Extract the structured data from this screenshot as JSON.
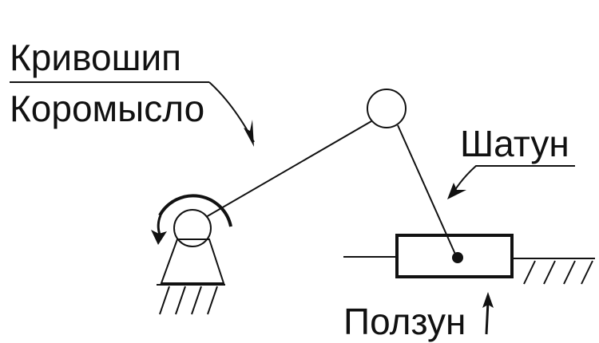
{
  "labels": {
    "crank": "Кривошип",
    "rocker": "Коромысло",
    "connecting_rod": "Шатун",
    "slider": "Ползун"
  },
  "colors": {
    "ink": "#111111",
    "background": "#ffffff"
  },
  "icons": {
    "rotation_arrow": "circular-arrow-icon",
    "pointer_arrows": "arrow-icon",
    "slider_pivot": "dot-icon"
  }
}
